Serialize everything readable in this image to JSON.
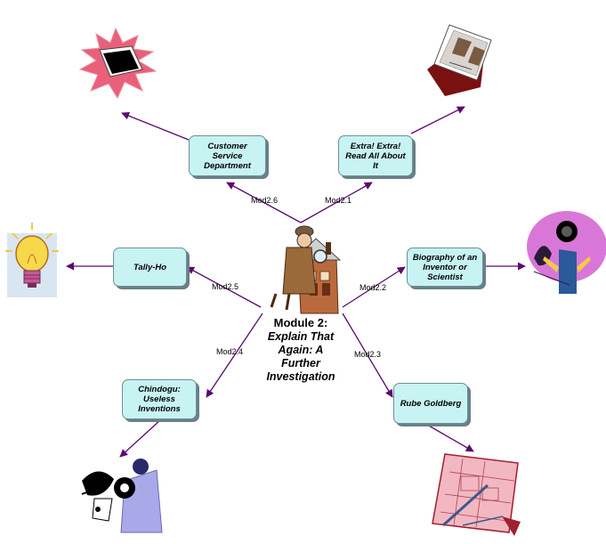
{
  "center": {
    "title_line1": "Module 2:",
    "title_line2": "Explain That",
    "title_line3": "Again: A",
    "title_line4": "Further",
    "title_line5": "Investigation"
  },
  "nodes": [
    {
      "id": "customer-service",
      "label": "Customer Service Department"
    },
    {
      "id": "extra",
      "label": "Extra! Extra! Read All About It"
    },
    {
      "id": "tally-ho",
      "label": "Tally-Ho"
    },
    {
      "id": "biography",
      "label": "Biography of an Inventor or Scientist"
    },
    {
      "id": "chindogu",
      "label": "Chindogu: Useless Inventions"
    },
    {
      "id": "rube",
      "label": "Rube Goldberg"
    }
  ],
  "edges": [
    {
      "id": "mod26",
      "label": "Mod2.6"
    },
    {
      "id": "mod21",
      "label": "Mod2.1"
    },
    {
      "id": "mod25",
      "label": "Mod2.5"
    },
    {
      "id": "mod22",
      "label": "Mod2.2"
    },
    {
      "id": "mod24",
      "label": "Mod2.4"
    },
    {
      "id": "mod23",
      "label": "Mod2.3"
    }
  ],
  "colors": {
    "arrow": "#5b0a6e",
    "node_fill": "#c8f3f3"
  },
  "icons": [
    "starburst-screen-icon",
    "newspaper-icon",
    "lightbulb-icon",
    "scientist-portrait-icon",
    "detective-house-icon",
    "inventor-figure-icon",
    "blueprint-icon"
  ]
}
